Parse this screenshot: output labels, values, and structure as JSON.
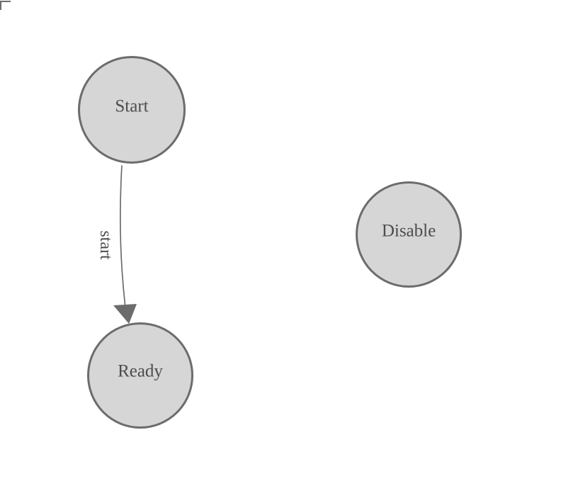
{
  "diagram": {
    "type": "state-machine",
    "nodes": [
      {
        "id": "start",
        "label": "Start"
      },
      {
        "id": "ready",
        "label": "Ready"
      },
      {
        "id": "disable",
        "label": "Disable"
      }
    ],
    "transitions": [
      {
        "from": "Start",
        "to": "Ready",
        "label": "start"
      }
    ],
    "colors": {
      "background": "#ffffff",
      "node_fill": "#d6d6d6",
      "node_stroke": "#6c6c6c",
      "edge_color": "#6c6c6c",
      "text_color": "#4d4d4d"
    }
  }
}
